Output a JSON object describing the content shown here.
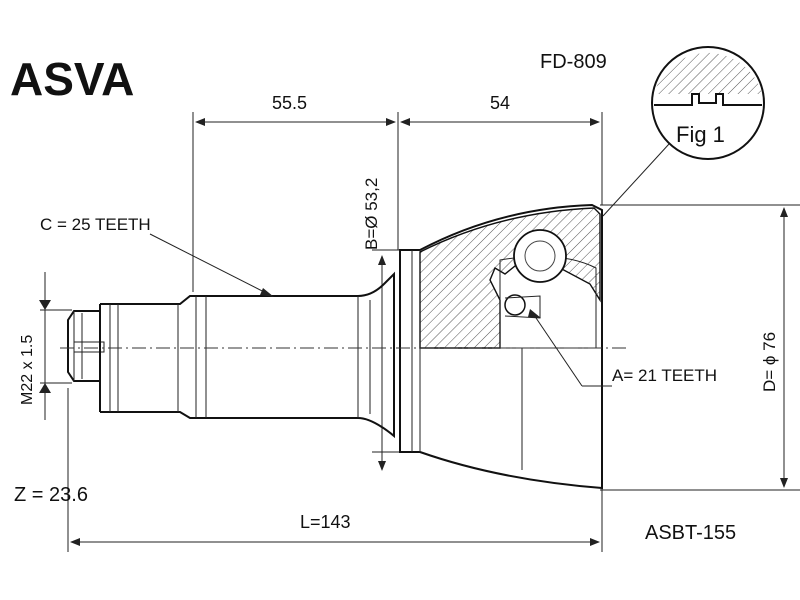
{
  "brand": "ASVA",
  "part_number": "FD-809",
  "cross_reference": "ASBT-155",
  "figure_label": "Fig 1",
  "dimensions": {
    "outer_length": "55.5",
    "joint_length": "54",
    "total_length": "L=143",
    "diameter_b": "B=Ø 53,2",
    "diameter_d": "D= ϕ 76",
    "thread": "M22 x 1.5"
  },
  "specs": {
    "spline_c": "C = 25 TEETH",
    "spline_a": "A= 21 TEETH",
    "z_value": "Z = 23.6"
  }
}
